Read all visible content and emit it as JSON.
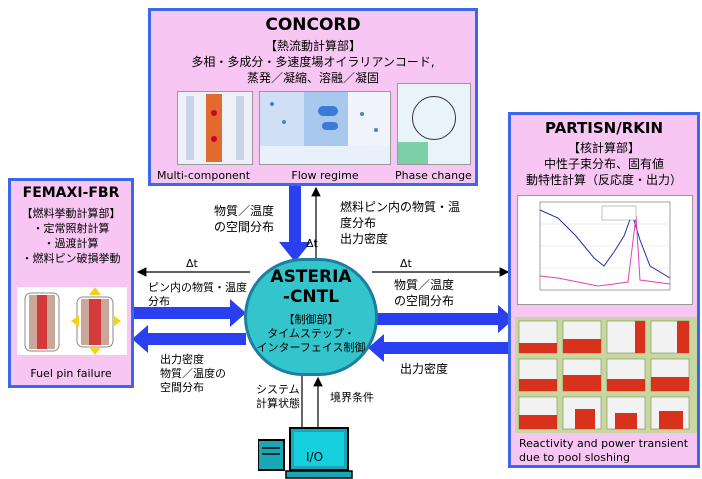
{
  "concord": {
    "title": "CONCORD",
    "subtitle": "【熱流動計算部】",
    "desc_1": "多相・多成分・多速度場オイラリアンコード,",
    "desc_2": "蒸発／凝縮、溶融／凝固",
    "img_labels": [
      "Multi-component",
      "Flow regime",
      "Phase change"
    ]
  },
  "partisn": {
    "title": "PARTISN/RKIN",
    "subtitle": "【核計算部】",
    "desc_1": "中性子束分布、固有値",
    "desc_2": "動特性計算（反応度・出力）",
    "caption_1": "Reactivity and power transient",
    "caption_2": "due to pool sloshing"
  },
  "femaxi": {
    "title": "FEMAXI-FBR",
    "subtitle": "【燃料挙動計算部】",
    "items": [
      "・定常照射計算",
      "・過渡計算",
      "・燃料ピン破損挙動"
    ],
    "caption": "Fuel pin failure"
  },
  "asteria": {
    "title_1": "ASTERIA",
    "title_2": "-CNTL",
    "sub_1": "【制御部】",
    "sub_2": "タイムステップ・",
    "sub_3": "インターフェイス制御"
  },
  "labels": {
    "top_left_1": "物質／温度",
    "top_left_2": "の空間分布",
    "top_right_1": "燃料ピン内の物質・温",
    "top_right_2": "度分布",
    "top_right_3": "出力密度",
    "dt": "Δt",
    "left_upper_1": "ピン内の物質・温度",
    "left_upper_2": "分布",
    "left_lower_1": "出力密度",
    "left_lower_2": "物質／温度の",
    "left_lower_3": "空間分布",
    "right_upper_1": "物質／温度",
    "right_upper_2": "の空間分布",
    "right_lower": "出力密度",
    "system_1": "システム",
    "system_2": "計算状態",
    "boundary": "境界条件",
    "io": "I/O"
  },
  "colors": {
    "box_fill": "#f7c6f3",
    "box_border": "#3a68e8",
    "center_fill": "#33c4cc",
    "arrow": "#2a3ff0"
  }
}
